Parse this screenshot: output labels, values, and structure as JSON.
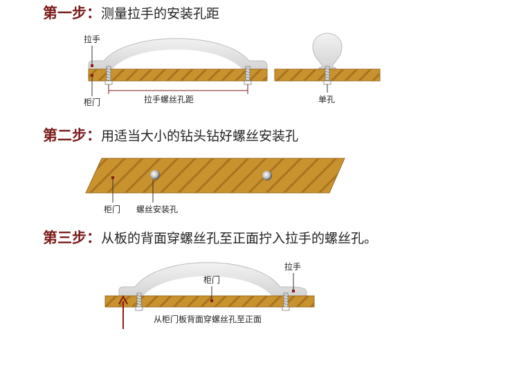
{
  "steps": [
    {
      "label": "第一步：",
      "text": "测量拉手的安装孔距"
    },
    {
      "label": "第二步：",
      "text": "用适当大小的钻头钻好螺丝安装孔"
    },
    {
      "label": "第三步：",
      "text": "从板的背面穿螺丝孔至正面拧入拉手的螺丝孔。"
    }
  ],
  "diagram1": {
    "handle_label": "拉手",
    "door_label": "柜门",
    "distance_label": "拉手螺丝孔距",
    "single_hole_label": "单孔"
  },
  "diagram2": {
    "door_label": "柜门",
    "hole_label": "螺丝安装孔"
  },
  "diagram3": {
    "handle_label": "拉手",
    "door_label": "柜门",
    "screw_label": "从柜门板背面穿螺丝孔至正面"
  },
  "colors": {
    "wood": "#c8922e",
    "wood_stripe": "#a8741e",
    "handle": "#e6e6e6",
    "step_label": "#7a1a1a",
    "marker": "#8b1a1a"
  }
}
